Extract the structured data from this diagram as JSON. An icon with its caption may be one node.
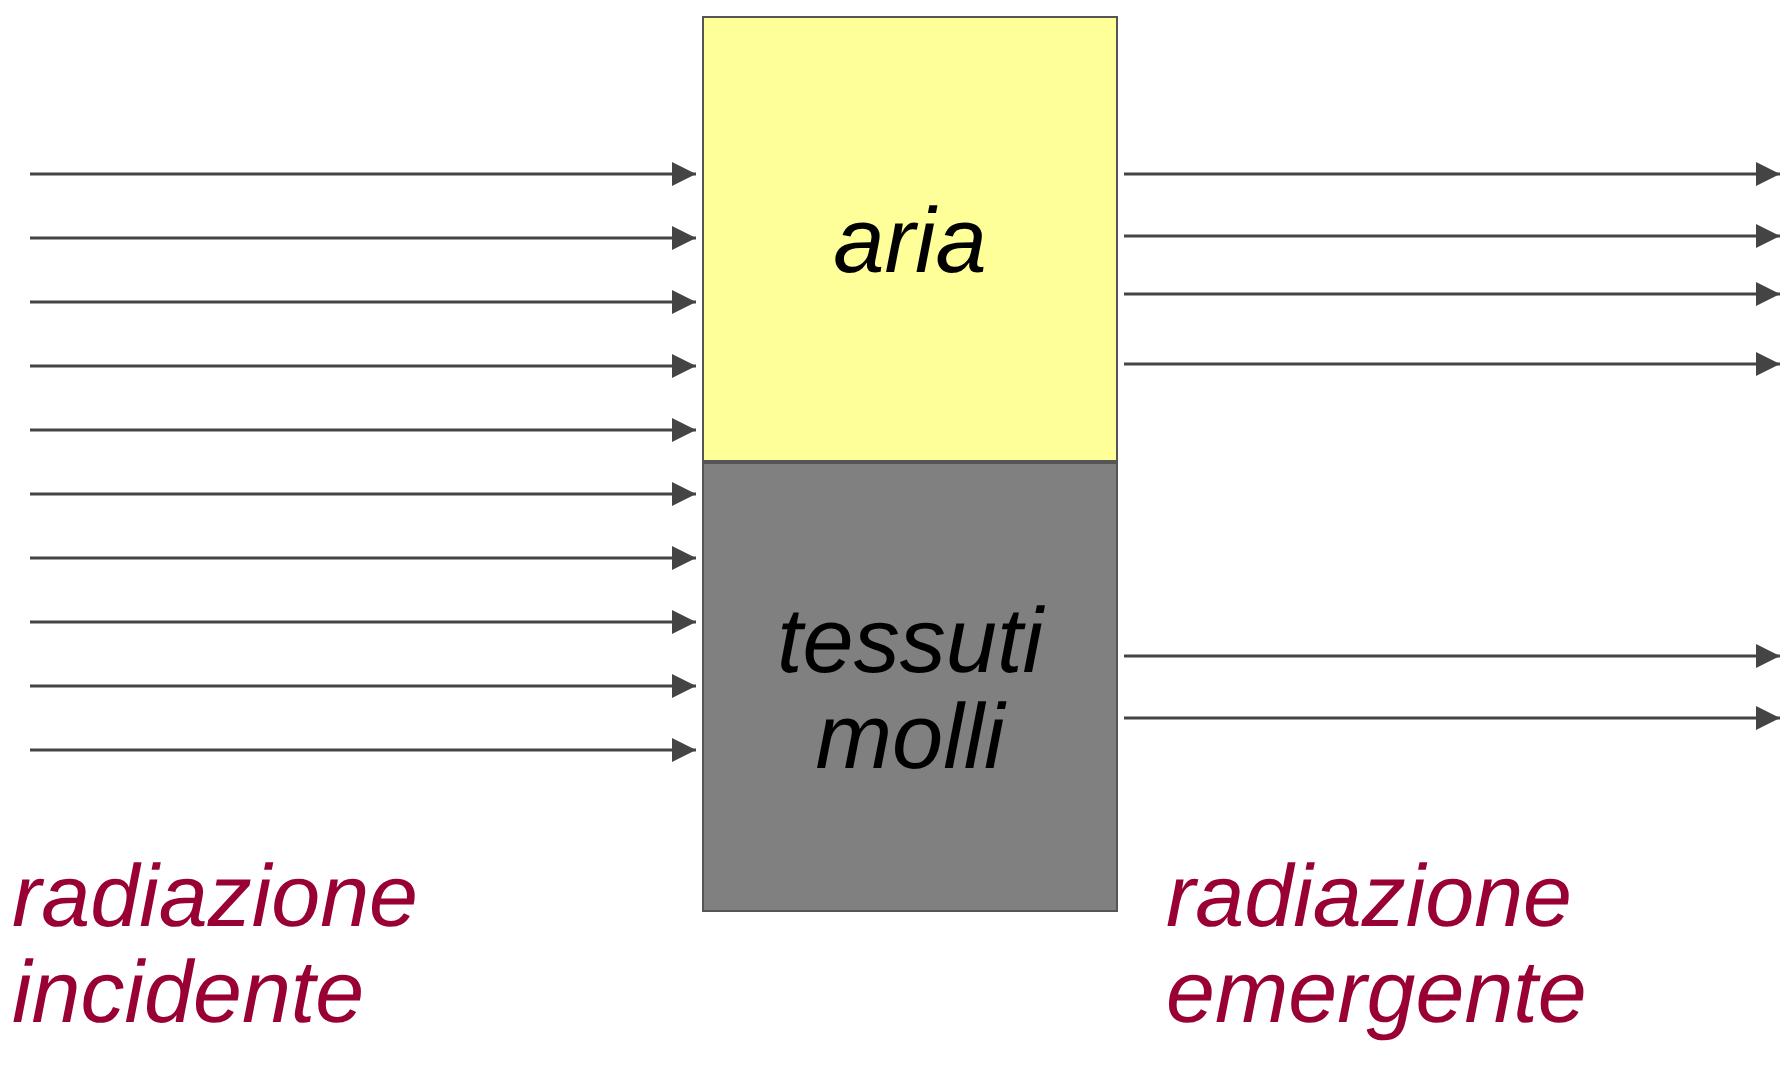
{
  "diagram": {
    "nodes": [
      {
        "text": [
          "aria"
        ]
      },
      {
        "text": [
          "tessuti molli"
        ]
      }
    ],
    "edges": [
      {
        "from": null,
        "to": 0,
        "arrow": "to"
      },
      {
        "from": null,
        "to": 0,
        "arrow": "to"
      },
      {
        "from": null,
        "to": 0,
        "arrow": "to"
      },
      {
        "from": null,
        "to": 0,
        "arrow": "to"
      },
      {
        "from": null,
        "to": 0,
        "arrow": "to"
      },
      {
        "from": null,
        "to": 1,
        "arrow": "to"
      },
      {
        "from": null,
        "to": 1,
        "arrow": "to"
      },
      {
        "from": null,
        "to": 1,
        "arrow": "to"
      },
      {
        "from": null,
        "to": 1,
        "arrow": "to"
      },
      {
        "from": null,
        "to": 1,
        "arrow": "to"
      },
      {
        "from": 0,
        "to": null,
        "arrow": "to"
      },
      {
        "from": 0,
        "to": null,
        "arrow": "to"
      },
      {
        "from": 0,
        "to": null,
        "arrow": "to"
      },
      {
        "from": 0,
        "to": null,
        "arrow": "to"
      },
      {
        "from": 1,
        "to": null,
        "arrow": "to"
      },
      {
        "from": 1,
        "to": null,
        "arrow": "to"
      }
    ],
    "labels": [
      "radiazione incidente",
      "radiazione emergente"
    ]
  }
}
